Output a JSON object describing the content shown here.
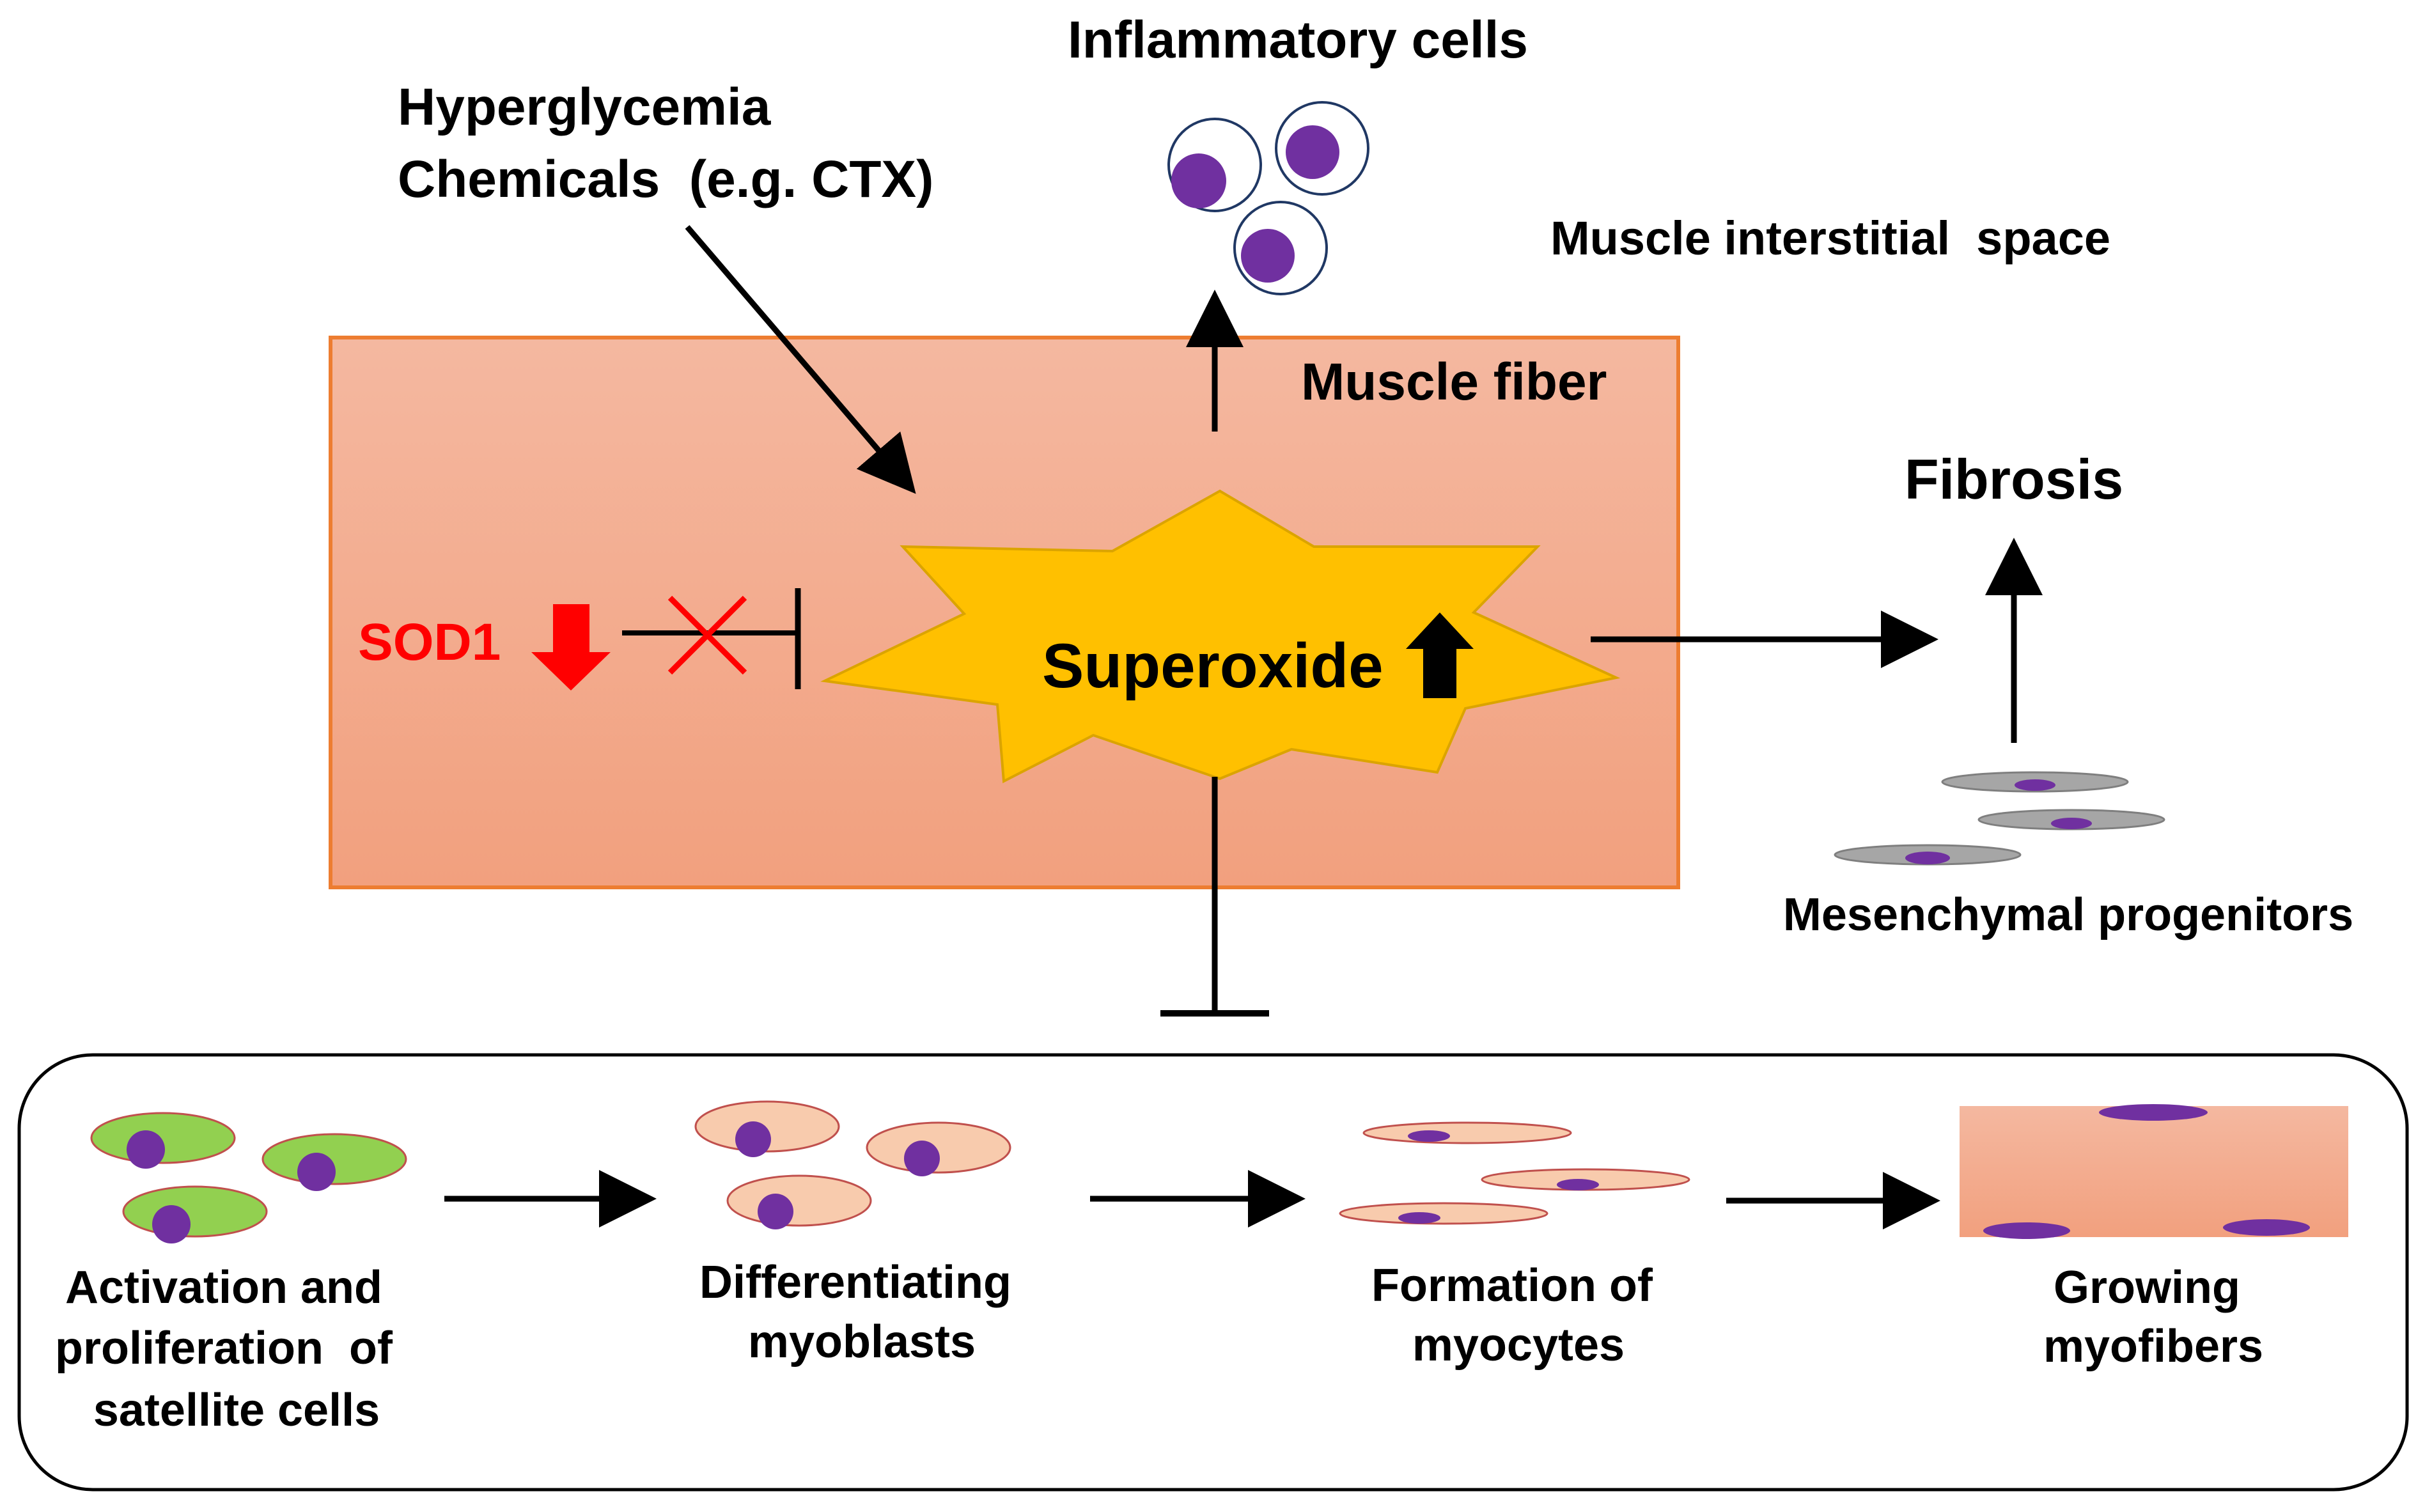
{
  "colors": {
    "muscle_fiber_top": "#f4b8a0",
    "muscle_fiber_bottom": "#f2a07e",
    "muscle_fiber_border": "#ed7d31",
    "superoxide_star": "#ffc000",
    "superoxide_star_border": "#e0a800",
    "nucleus": "#7030a0",
    "inflammatory_ring": "#203864",
    "satellite_cell": "#92d050",
    "satellite_cell_border": "#c0504d",
    "myoblast": "#f8cbad",
    "myoblast_border": "#c0504d",
    "mesenchymal": "#a6a6a6",
    "sod1": "#ff0000",
    "arrow": "#000000"
  },
  "labels": {
    "inflammatory_cells": "Inflammatory cells",
    "hyperglycemia": "Hyperglycemia",
    "chemicals": "Chemicals  (e.g. CTX)",
    "interstitial_space": "Muscle interstitial  space",
    "muscle_fiber": "Muscle fiber",
    "fibrosis": "Fibrosis",
    "sod1": "SOD1",
    "superoxide": "Superoxide",
    "mesenchymal_progenitors": "Mesenchymal progenitors"
  },
  "stages": [
    {
      "lines": [
        "Activation and",
        "proliferation  of",
        "satellite cells"
      ]
    },
    {
      "lines": [
        "Differentiating",
        "myoblasts"
      ]
    },
    {
      "lines": [
        "Formation of",
        "myocytes"
      ]
    },
    {
      "lines": [
        "Growing",
        "myofibers"
      ]
    }
  ],
  "icons": {
    "sod1_arrow": "down-arrow",
    "superoxide_arrow": "up-arrow",
    "blocked": "x-mark"
  }
}
